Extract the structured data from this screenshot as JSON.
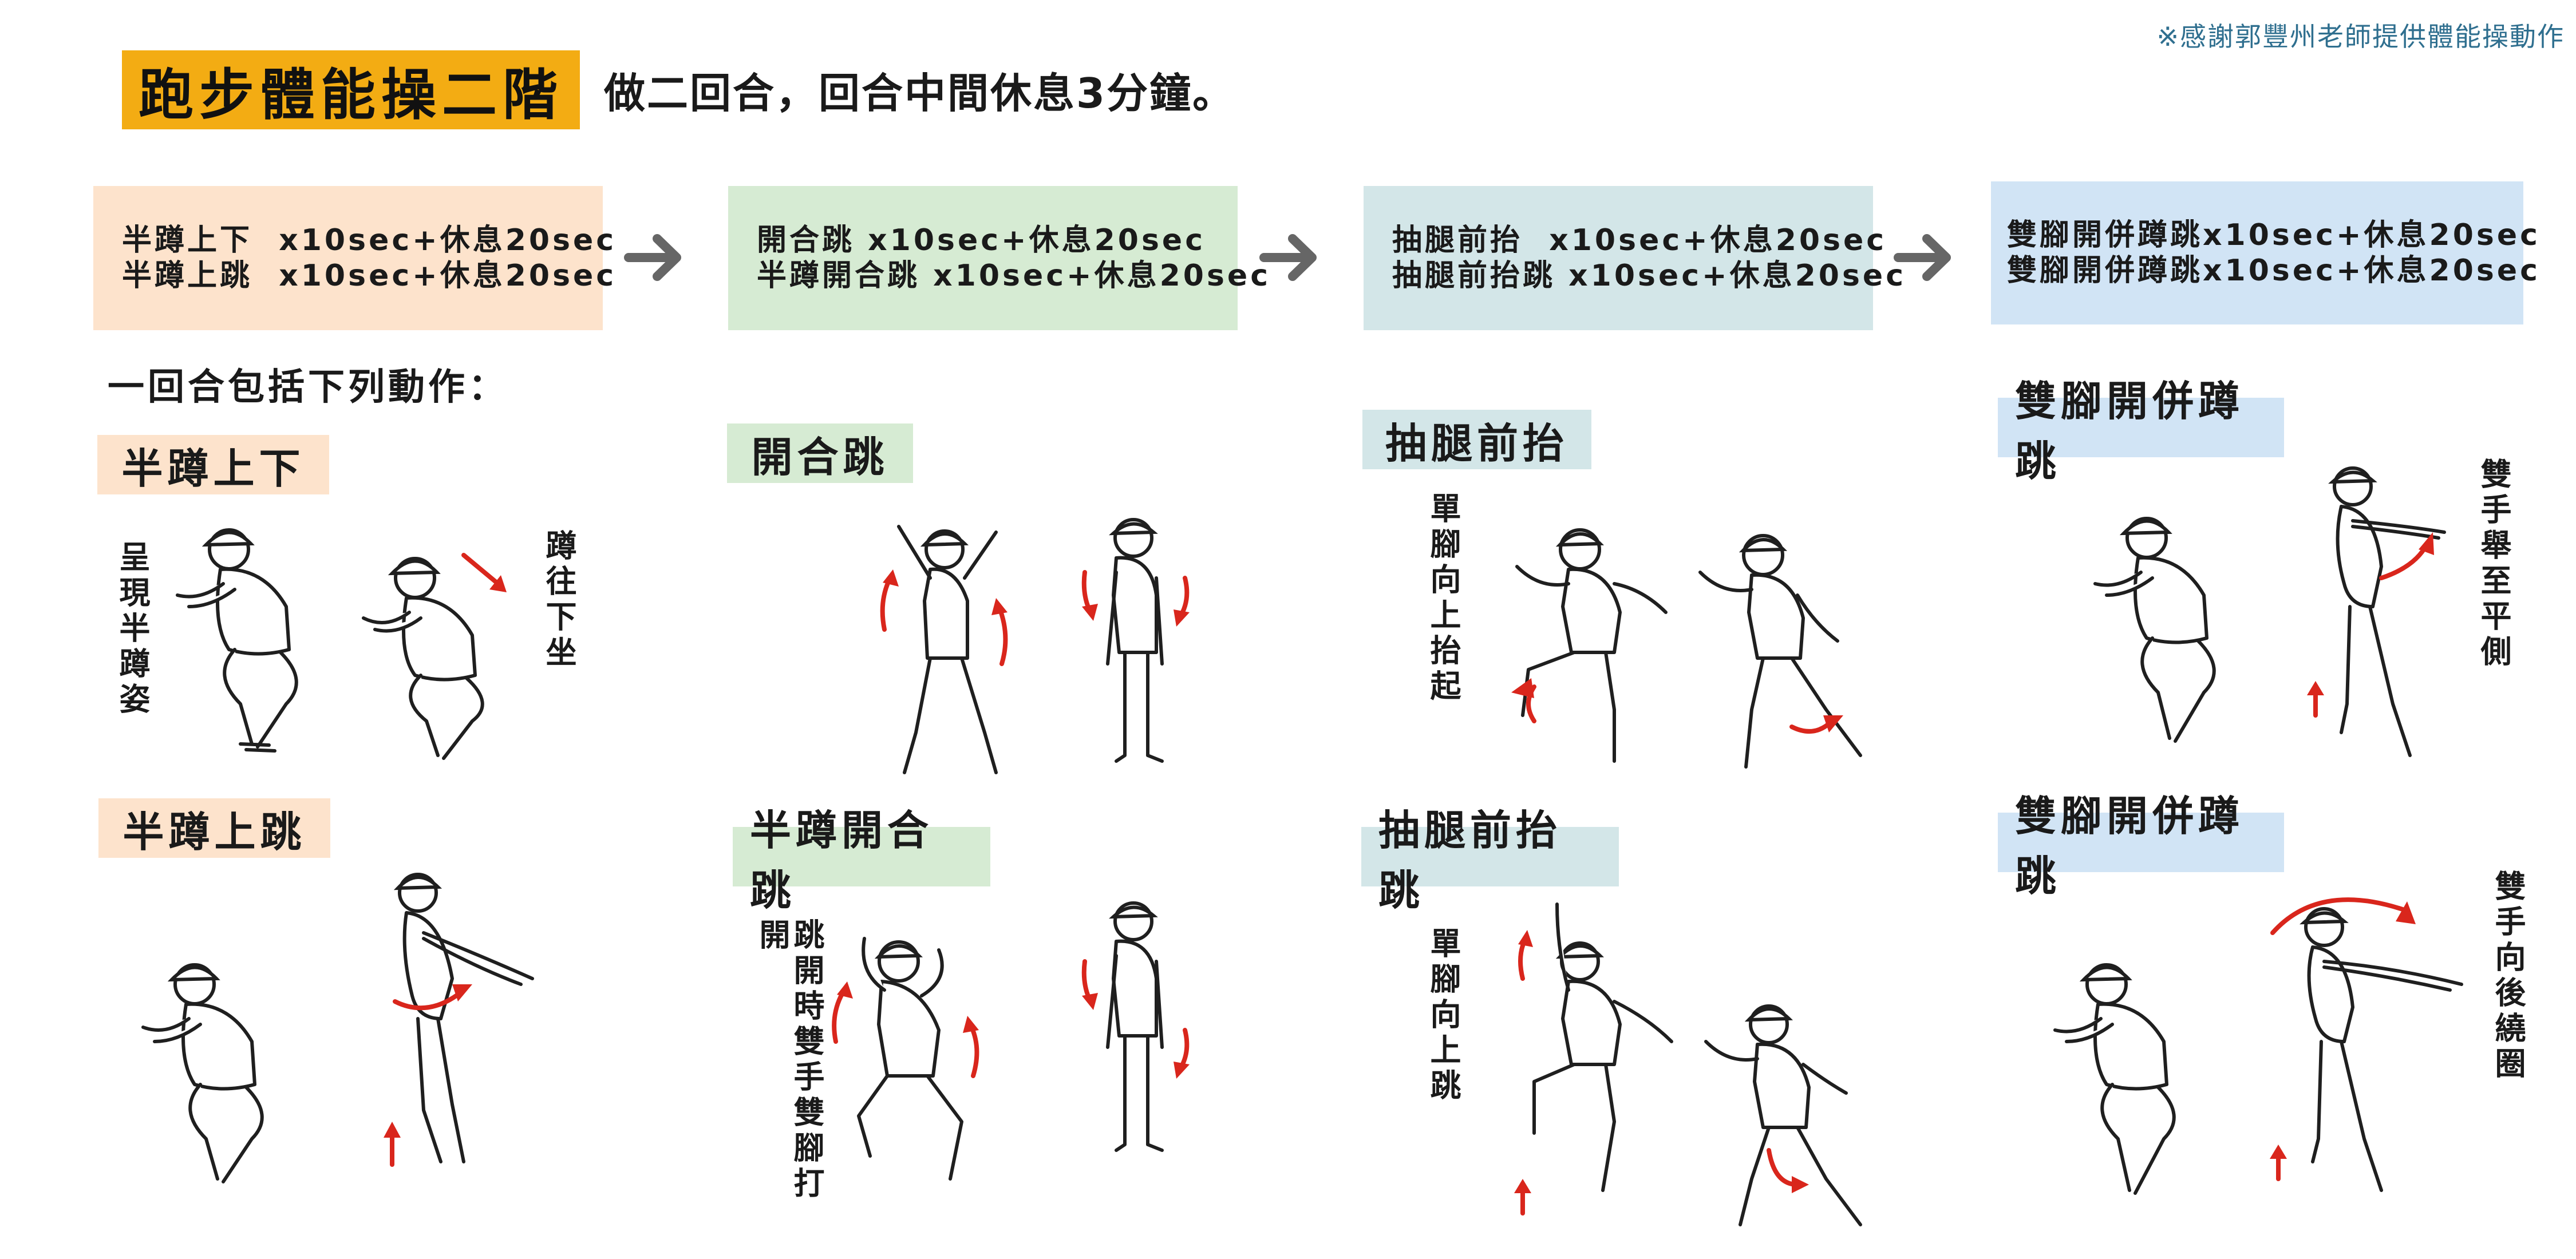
{
  "credit": "※感謝郭豐州老師提供體能操動作",
  "title": "跑步體能操二階",
  "subtitle": "做二回合，回合中間休息3分鐘。",
  "steps": [
    {
      "lines": [
        "半蹲上下  x10sec+休息20sec",
        "半蹲上跳  x10sec+休息20sec"
      ],
      "color": "#fde3cc"
    },
    {
      "lines": [
        "開合跳 x10sec+休息20sec",
        "半蹲開合跳 x10sec+休息20sec"
      ],
      "color": "#d6ebd3"
    },
    {
      "lines": [
        "抽腿前抬  x10sec+休息20sec",
        "抽腿前抬跳 x10sec+休息20sec"
      ],
      "color": "#d3e6e8"
    },
    {
      "lines": [
        "雙腳開併蹲跳x10sec+休息20sec",
        "雙腳開併蹲跳x10sec+休息20sec"
      ],
      "color": "#d1e4f5"
    }
  ],
  "round_label": "一回合包括下列動作：",
  "exercises": [
    {
      "name": "半蹲上下",
      "notes": [
        "呈現半蹲姿",
        "蹲往下坐"
      ]
    },
    {
      "name": "半蹲上跳",
      "notes": []
    },
    {
      "name": "開合跳",
      "notes": []
    },
    {
      "name": "半蹲開合跳",
      "notes": [
        "跳開時雙手雙腳打開"
      ]
    },
    {
      "name": "抽腿前抬",
      "notes": [
        "單腳向上抬起"
      ]
    },
    {
      "name": "抽腿前抬跳",
      "notes": [
        "單腳向上跳"
      ]
    },
    {
      "name": "雙腳開併蹲跳",
      "notes": [
        "雙手舉至平側"
      ]
    },
    {
      "name": "雙腳開併蹲跳",
      "notes": [
        "雙手向後繞圈"
      ]
    }
  ],
  "icons": {
    "step_arrow": "arrow-right-icon",
    "figure": "exercise-figure-illustration",
    "motion": "red-motion-arrow-icon"
  },
  "colors": {
    "title_bg": "#f3ac13",
    "credit": "#2f6f8f",
    "arrow": "#666666",
    "motion_arrow": "#d9261c",
    "chip_peach": "#fde3cc",
    "chip_green": "#d6ebd3",
    "chip_teal": "#d3e6e8",
    "chip_blue": "#d1e4f5"
  }
}
